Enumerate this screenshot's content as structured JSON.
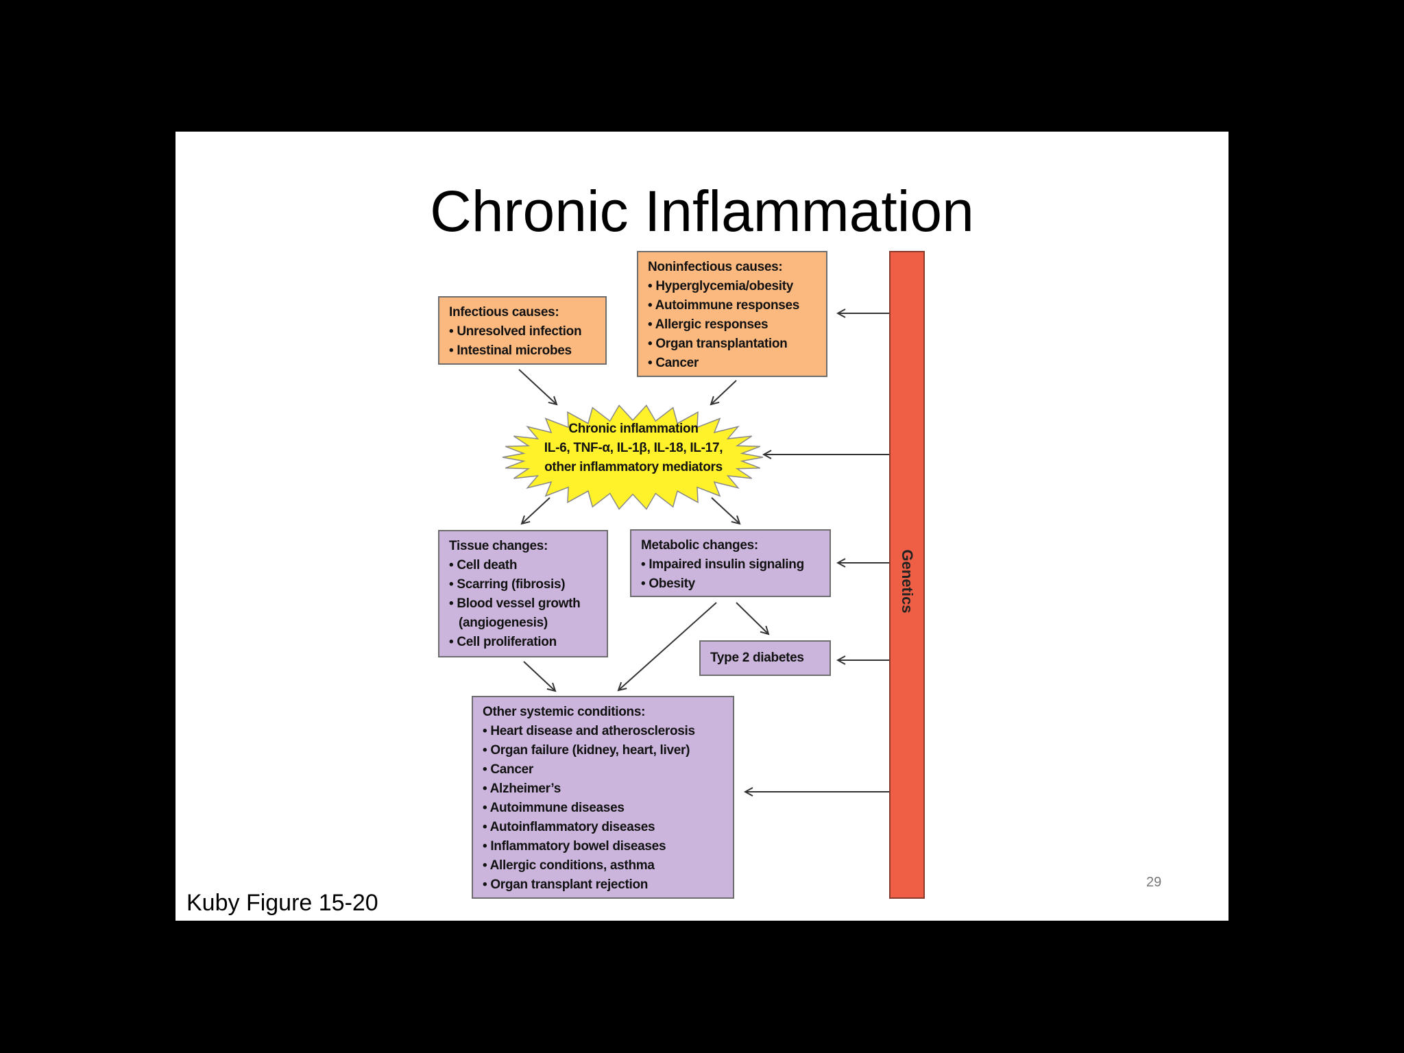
{
  "title": "Chronic Inflammation",
  "infectious": {
    "heading": "Infectious causes:",
    "items": [
      "• Unresolved infection",
      "• Intestinal microbes"
    ]
  },
  "noninfectious": {
    "heading": "Noninfectious causes:",
    "items": [
      "• Hyperglycemia/obesity",
      "• Autoimmune responses",
      "• Allergic responses",
      "• Organ transplantation",
      "• Cancer"
    ]
  },
  "chronic": {
    "heading": "Chronic inflammation",
    "line1": "IL-6, TNF-α, IL-1β, IL-18, IL-17,",
    "line2": "other inflammatory mediators"
  },
  "tissue": {
    "heading": "Tissue changes:",
    "items": [
      "• Cell death",
      "• Scarring (fibrosis)",
      "• Blood vessel growth",
      "(angiogenesis)",
      "• Cell proliferation"
    ]
  },
  "metabolic": {
    "heading": "Metabolic changes:",
    "items": [
      "• Impaired insulin signaling",
      "• Obesity"
    ]
  },
  "diabetes": "Type 2 diabetes",
  "systemic": {
    "heading": "Other systemic conditions:",
    "items": [
      "• Heart disease and atherosclerosis",
      "• Organ failure (kidney, heart, liver)",
      "• Cancer",
      "• Alzheimer’s",
      "• Autoimmune diseases",
      "• Autoinflammatory diseases",
      "• Inflammatory bowel diseases",
      "• Allergic conditions, asthma",
      "• Organ transplant rejection"
    ]
  },
  "genetics": "Genetics",
  "caption": "Kuby Figure 15-20",
  "page_number": "29",
  "colors": {
    "orange": "#fbb87f",
    "purple": "#cbb5dc",
    "yellow": "#fff22a",
    "genetics": "#ef5f45"
  }
}
